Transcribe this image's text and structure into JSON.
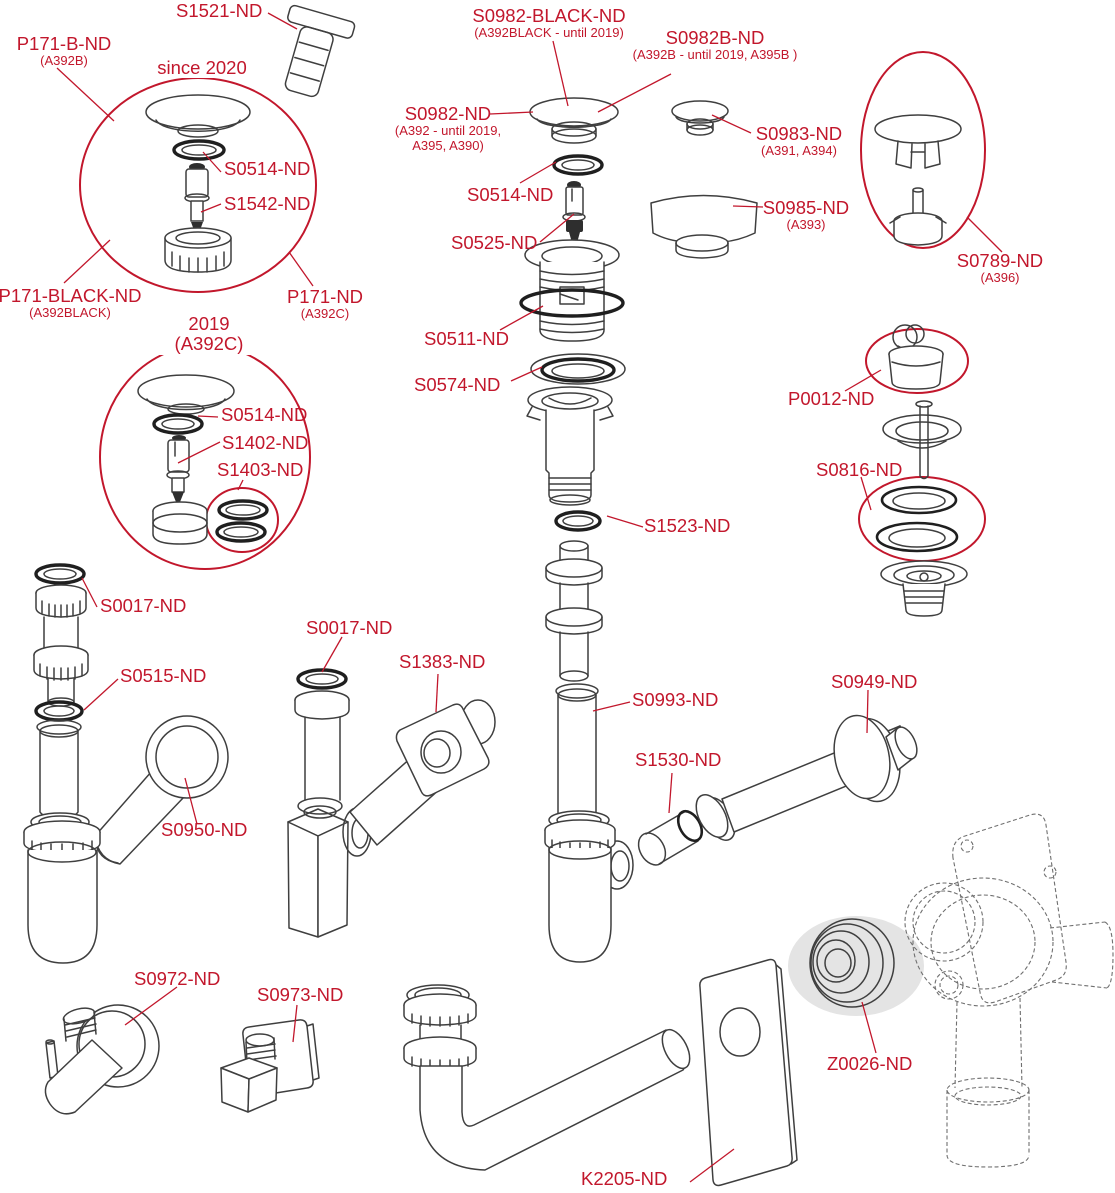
{
  "diagram": {
    "type": "exploded-spare-parts-diagram",
    "product_family": "siphon and drain spare parts"
  },
  "colors": {
    "label_red": "#c2172c",
    "line_dark": "#3f3f3f",
    "dashed_gray": "#6f6f6f",
    "highlight_gray": "#e4e4e4",
    "background": "#ffffff"
  },
  "annotations": {
    "since_2020": "since 2020",
    "year_2019": "2019",
    "year_2019_variant": "(A392C)"
  },
  "labels": [
    {
      "name": "s1521",
      "part": "S1521-ND"
    },
    {
      "name": "p171-b",
      "part": "P171-B-ND",
      "variant": "(A392B)"
    },
    {
      "name": "s0514-top-circle",
      "part": "S0514-ND"
    },
    {
      "name": "s1542",
      "part": "S1542-ND"
    },
    {
      "name": "p171-black",
      "part": "P171-BLACK-ND",
      "variant": "(A392BLACK)"
    },
    {
      "name": "p171",
      "part": "P171-ND",
      "variant": "(A392C)"
    },
    {
      "name": "s0982-black",
      "part": "S0982-BLACK-ND",
      "variant": "(A392BLACK - until 2019)"
    },
    {
      "name": "s0982b",
      "part": "S0982B-ND",
      "variant": "(A392B - until 2019, A395B )"
    },
    {
      "name": "s0982",
      "part": "S0982-ND",
      "variant": "(A392 - until 2019,",
      "variant2": "A395, A390)"
    },
    {
      "name": "s0514-center",
      "part": "S0514-ND"
    },
    {
      "name": "s0525",
      "part": "S0525-ND"
    },
    {
      "name": "s0983",
      "part": "S0983-ND",
      "variant": "(A391, A394)"
    },
    {
      "name": "s0985",
      "part": "S0985-ND",
      "variant": "(A393)"
    },
    {
      "name": "s0789",
      "part": "S0789-ND",
      "variant": "(A396)"
    },
    {
      "name": "s0514-2019-circle",
      "part": "S0514-ND"
    },
    {
      "name": "s1402",
      "part": "S1402-ND"
    },
    {
      "name": "s1403",
      "part": "S1403-ND"
    },
    {
      "name": "s0511",
      "part": "S0511-ND"
    },
    {
      "name": "s0574",
      "part": "S0574-ND"
    },
    {
      "name": "p0012",
      "part": "P0012-ND"
    },
    {
      "name": "s0816",
      "part": "S0816-ND"
    },
    {
      "name": "s1523",
      "part": "S1523-ND"
    },
    {
      "name": "s0017-left",
      "part": "S0017-ND"
    },
    {
      "name": "s0515",
      "part": "S0515-ND"
    },
    {
      "name": "s0950",
      "part": "S0950-ND"
    },
    {
      "name": "s0017-middle",
      "part": "S0017-ND"
    },
    {
      "name": "s1383",
      "part": "S1383-ND"
    },
    {
      "name": "s0993",
      "part": "S0993-ND"
    },
    {
      "name": "s1530",
      "part": "S1530-ND"
    },
    {
      "name": "s0949",
      "part": "S0949-ND"
    },
    {
      "name": "s0972",
      "part": "S0972-ND"
    },
    {
      "name": "s0973",
      "part": "S0973-ND"
    },
    {
      "name": "k2205",
      "part": "K2205-ND"
    },
    {
      "name": "z0026",
      "part": "Z0026-ND"
    }
  ]
}
